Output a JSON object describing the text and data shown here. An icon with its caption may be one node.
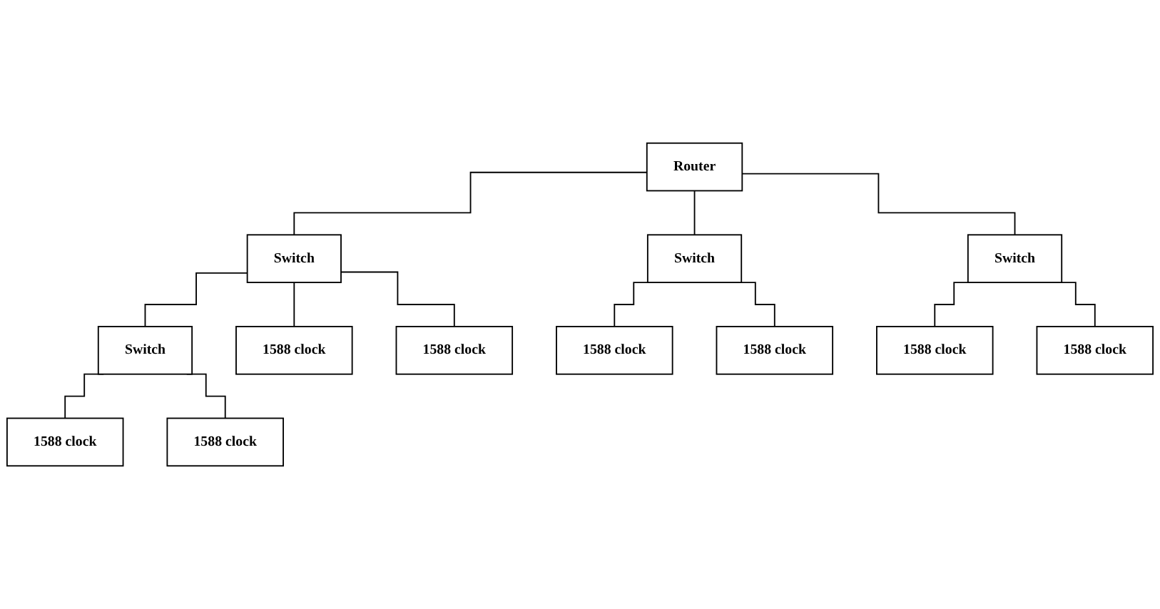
{
  "diagram": {
    "nodes": [
      {
        "text": [
          "Router"
        ]
      },
      {
        "text": [
          "Switch"
        ]
      },
      {
        "text": [
          "Switch"
        ]
      },
      {
        "text": [
          "Switch"
        ]
      },
      {
        "text": [
          "Switch"
        ]
      },
      {
        "text": [
          "1588 clock"
        ]
      },
      {
        "text": [
          "1588 clock"
        ]
      },
      {
        "text": [
          "1588 clock"
        ]
      },
      {
        "text": [
          "1588 clock"
        ]
      },
      {
        "text": [
          "1588 clock"
        ]
      },
      {
        "text": [
          "1588 clock"
        ]
      },
      {
        "text": [
          "1588 clock"
        ]
      },
      {
        "text": [
          "1588 clock"
        ]
      }
    ],
    "edges": [
      {
        "from": 0,
        "to": 1,
        "arrow": "none"
      },
      {
        "from": 0,
        "to": 2,
        "arrow": "none"
      },
      {
        "from": 0,
        "to": 3,
        "arrow": "none"
      },
      {
        "from": 1,
        "to": 4,
        "arrow": "none"
      },
      {
        "from": 1,
        "to": 5,
        "arrow": "none"
      },
      {
        "from": 1,
        "to": 10,
        "arrow": "none"
      },
      {
        "from": 2,
        "to": 6,
        "arrow": "none"
      },
      {
        "from": 2,
        "to": 7,
        "arrow": "none"
      },
      {
        "from": 3,
        "to": 8,
        "arrow": "none"
      },
      {
        "from": 3,
        "to": 9,
        "arrow": "none"
      },
      {
        "from": 4,
        "to": 11,
        "arrow": "none"
      },
      {
        "from": 4,
        "to": 12,
        "arrow": "none"
      }
    ]
  }
}
